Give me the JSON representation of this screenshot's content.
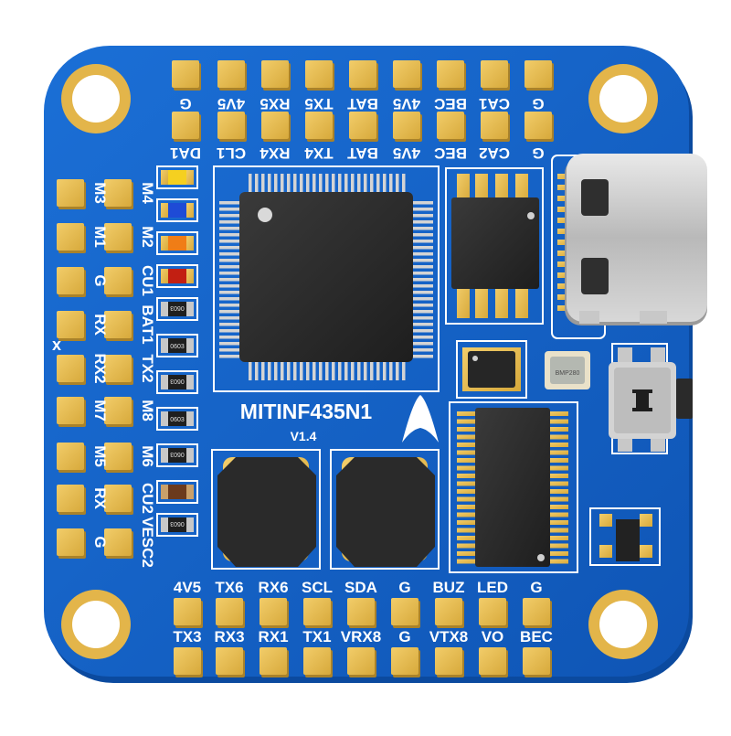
{
  "board": {
    "name": "MITINF435N1",
    "version": "V1.4",
    "colors": {
      "pcb": "#1463c8",
      "pcb_edge": "#0c4ea6",
      "pad": "#e7bd4f",
      "silk": "#ffffff",
      "chip": "#2b2b2b"
    }
  },
  "top_labels": {
    "row1": [
      "G",
      "4V5",
      "RX5",
      "TX5",
      "BAT",
      "4V5",
      "BEC",
      "CA1",
      "G"
    ],
    "row2": [
      "DA1",
      "CL1",
      "RX4",
      "TX4",
      "BAT",
      "4V5",
      "BEC",
      "CA2",
      "G"
    ]
  },
  "left_labels": {
    "outer": [
      "M3",
      "M1",
      "G",
      "RX",
      "RX2",
      "M7",
      "M5",
      "RX",
      "G"
    ],
    "inner": [
      "M4",
      "M2",
      "CU1",
      "BAT1",
      "TX2",
      "M8",
      "M6",
      "CU2",
      "VESC2"
    ]
  },
  "bottom_labels": {
    "row1": [
      "4V5",
      "TX6",
      "RX6",
      "SCL",
      "SDA",
      "G",
      "BUZ",
      "LED",
      "G"
    ],
    "row2": [
      "TX3",
      "RX3",
      "RX1",
      "TX1",
      "VRX8",
      "G",
      "VTX8",
      "VO",
      "BEC"
    ]
  },
  "component_text": {
    "resistor_codes": [
      "0603",
      "0603",
      "0603",
      "0603",
      "0603",
      "0603"
    ],
    "baro_marking": "BMP280",
    "left_mark": "x"
  },
  "components": {
    "leds": [
      "led-yellow",
      "led-blue",
      "led-orange",
      "led-red"
    ],
    "icons": [
      "usb-c-port-icon",
      "boot-button-icon",
      "brand-logo-icon"
    ]
  }
}
